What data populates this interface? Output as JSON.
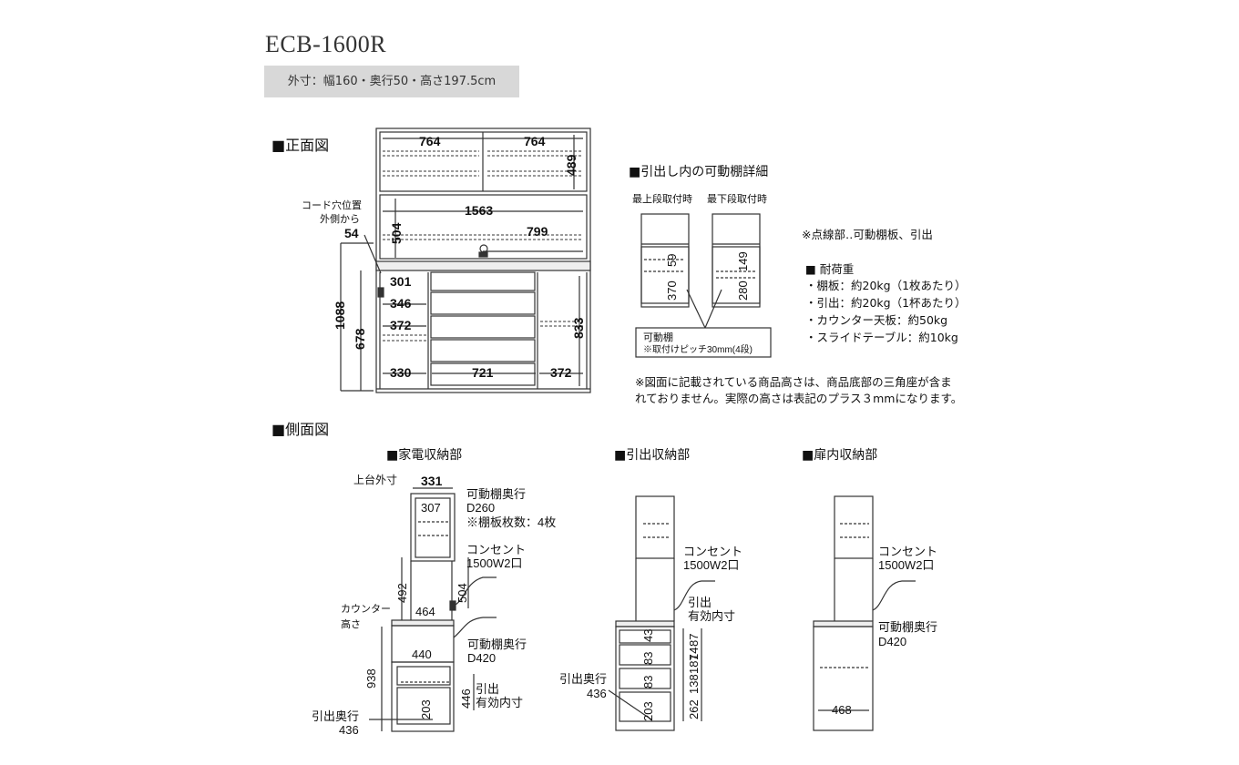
{
  "model": "ECB-1600R",
  "outer_dims": "外寸：幅160・奥行50・高さ197.5cm",
  "front_view": {
    "heading": "■正面図",
    "d764a": "764",
    "d764b": "764",
    "d489": "489",
    "d1563": "1563",
    "d504": "504",
    "d799": "799",
    "d301": "301",
    "d346": "346",
    "d372a": "372",
    "d330": "330",
    "d721": "721",
    "d372b": "372",
    "d833": "833",
    "d1088": "1088",
    "d678": "678",
    "cord_line1": "コード穴位置",
    "cord_line2": "外側から",
    "d54": "54"
  },
  "drawer_detail": {
    "heading": "■引出し内の可動棚詳細",
    "top_label": "最上段取付時",
    "bottom_label": "最下段取付時",
    "d370": "370",
    "d59": "59",
    "d280": "280",
    "d149": "149",
    "box_title": "可動棚",
    "box_note": "※取付けピッチ30mm(4段)"
  },
  "dotted_note": "※点線部‥可動棚板、引出",
  "load": {
    "heading": "■ 耐荷重",
    "items": [
      "・棚板：約20kg（1枚あたり）",
      "・引出：約20kg（1杯あたり）",
      "・カウンター天板：約50kg",
      "・スライドテーブル：約10kg"
    ]
  },
  "height_note1": "※図面に記載されている商品高さは、商品底部の三角座が含ま",
  "height_note2": "れておりません。実際の高さは表記のプラス３mmになります。",
  "side_view": {
    "heading": "■側面図",
    "appliance": {
      "title": "■家電収納部",
      "top_outer": "上台外寸",
      "d331": "331",
      "d307": "307",
      "shelf_depth_a": "可動棚奥行",
      "d260": "D260",
      "shelf_count": "※棚板枚数：4枚",
      "outlet": "コンセント",
      "outlet_w": "1500W2口",
      "d492": "492",
      "d504": "504",
      "d464": "464",
      "counter": "カウンター",
      "height": "高さ",
      "d440": "440",
      "shelf_depth_b": "可動棚奥行",
      "d420": "D420",
      "d938": "938",
      "d446": "446",
      "drawer_inner": "引出",
      "drawer_inner2": "有効内寸",
      "d203": "203",
      "drawer_depth": "引出奥行",
      "d436": "436"
    },
    "drawer": {
      "title": "■引出収納部",
      "outlet": "コンセント",
      "outlet_w": "1500W2口",
      "inner": "引出",
      "inner2": "有効内寸",
      "d43": "43",
      "d83a": "83",
      "d83b": "83",
      "d203": "203",
      "d187": "187",
      "d138": "138",
      "d148": "14",
      "d87": "87",
      "d262": "262",
      "drawer_depth": "引出奥行",
      "d436": "436"
    },
    "door": {
      "title": "■扉内収納部",
      "outlet": "コンセント",
      "outlet_w": "1500W2口",
      "shelf_depth": "可動棚奥行",
      "d420": "D420",
      "d468": "468"
    }
  }
}
